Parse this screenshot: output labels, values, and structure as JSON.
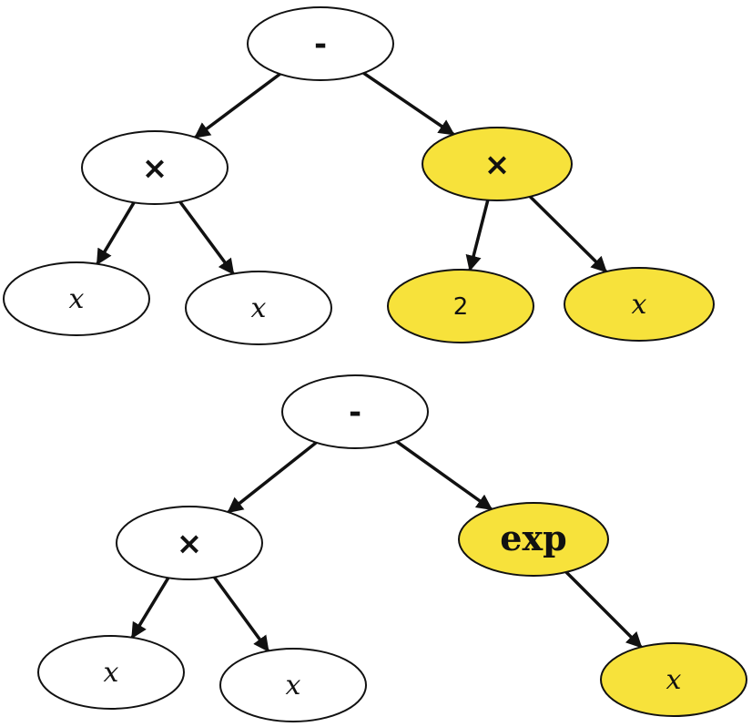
{
  "colors": {
    "default_fill": "#ffffff",
    "highlight_fill": "#f7e23b",
    "stroke": "#111111"
  },
  "trees": [
    {
      "name": "tree-top",
      "nodes": [
        {
          "id": "t1-root",
          "label": "-",
          "kind": "op",
          "highlighted": false
        },
        {
          "id": "t1-mul-left",
          "label": "×",
          "kind": "op",
          "highlighted": false
        },
        {
          "id": "t1-mul-right",
          "label": "×",
          "kind": "op",
          "highlighted": true
        },
        {
          "id": "t1-x1",
          "label": "x",
          "kind": "var",
          "highlighted": false
        },
        {
          "id": "t1-x2",
          "label": "x",
          "kind": "var",
          "highlighted": false
        },
        {
          "id": "t1-two",
          "label": "2",
          "kind": "num",
          "highlighted": true
        },
        {
          "id": "t1-x3",
          "label": "x",
          "kind": "var",
          "highlighted": true
        }
      ],
      "edges": [
        [
          "t1-root",
          "t1-mul-left"
        ],
        [
          "t1-root",
          "t1-mul-right"
        ],
        [
          "t1-mul-left",
          "t1-x1"
        ],
        [
          "t1-mul-left",
          "t1-x2"
        ],
        [
          "t1-mul-right",
          "t1-two"
        ],
        [
          "t1-mul-right",
          "t1-x3"
        ]
      ]
    },
    {
      "name": "tree-bottom",
      "nodes": [
        {
          "id": "t2-root",
          "label": "-",
          "kind": "op",
          "highlighted": false
        },
        {
          "id": "t2-mul",
          "label": "×",
          "kind": "op",
          "highlighted": false
        },
        {
          "id": "t2-exp",
          "label": "exp",
          "kind": "func",
          "highlighted": true
        },
        {
          "id": "t2-x1",
          "label": "x",
          "kind": "var",
          "highlighted": false
        },
        {
          "id": "t2-x2",
          "label": "x",
          "kind": "var",
          "highlighted": false
        },
        {
          "id": "t2-x3",
          "label": "x",
          "kind": "var",
          "highlighted": true
        }
      ],
      "edges": [
        [
          "t2-root",
          "t2-mul"
        ],
        [
          "t2-root",
          "t2-exp"
        ],
        [
          "t2-mul",
          "t2-x1"
        ],
        [
          "t2-mul",
          "t2-x2"
        ],
        [
          "t2-exp",
          "t2-x3"
        ]
      ]
    }
  ]
}
